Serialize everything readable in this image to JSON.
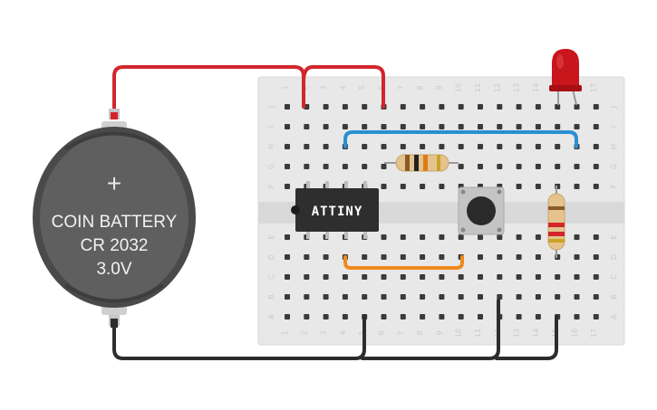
{
  "battery": {
    "line1": "COIN BATTERY",
    "line2": "CR 2032",
    "line3": "3.0V",
    "plus_symbol": "+",
    "color": "#5f5f5f"
  },
  "chip": {
    "label": "ATTINY",
    "color": "#2e2e2e"
  },
  "breadboard": {
    "columns": [
      "1",
      "2",
      "3",
      "4",
      "5",
      "6",
      "7",
      "8",
      "9",
      "10",
      "11",
      "12",
      "13",
      "14",
      "15",
      "16",
      "17"
    ],
    "rows_top": [
      "J",
      "I",
      "H",
      "G",
      "F"
    ],
    "rows_bottom": [
      "E",
      "D",
      "C",
      "B",
      "A"
    ]
  },
  "wire_colors": {
    "red": "#d2262c",
    "black": "#2d2d2d",
    "blue": "#2b8fd1",
    "orange": "#f08a1c"
  },
  "led": {
    "color": "#c8161c"
  },
  "icons": [
    "battery-icon",
    "led-icon",
    "resistor-icon",
    "pushbutton-icon",
    "chip-icon"
  ]
}
